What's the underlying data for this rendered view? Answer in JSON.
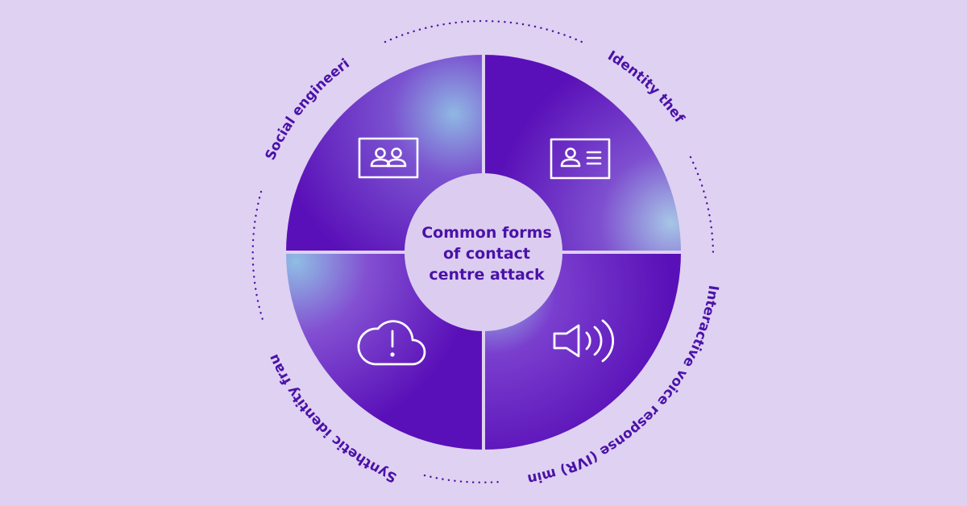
{
  "diagram": {
    "center_label": [
      "Common forms",
      "of contact",
      "centre attack"
    ],
    "segments": [
      {
        "label": "Social engineering",
        "icon": "people-card-icon"
      },
      {
        "label": "Identity theft",
        "icon": "id-card-icon"
      },
      {
        "label": "Interactive voice response (IVR) mining",
        "icon": "speaker-icon"
      },
      {
        "label": "Synthetic identity fraud",
        "icon": "cloud-alert-icon"
      }
    ]
  },
  "colors": {
    "background": "#dfd1f1",
    "text": "#4a12a8",
    "center_fill": "#dccdf0",
    "segment_base": "#6a14c4",
    "segment_highlight": "#8fb8e3",
    "icon_stroke": "#ffffff",
    "divider": "#dfd1f1"
  }
}
